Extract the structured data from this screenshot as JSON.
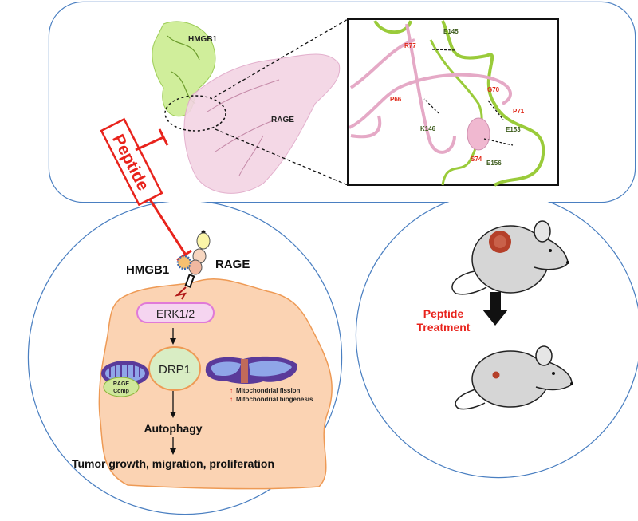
{
  "top_panel": {
    "hmgb1_label": "HMGB1",
    "rage_label": "RAGE",
    "peptide_label": "Peptide",
    "inset_residues": {
      "r77": "R77",
      "e145": "E145",
      "p66": "P66",
      "k146": "K146",
      "g70": "G70",
      "p71": "P71",
      "e153": "E153",
      "s74": "S74",
      "e156": "E156"
    }
  },
  "cell_panel": {
    "hmgb1_label": "HMGB1",
    "rage_label": "RAGE",
    "erk_label": "ERK1/2",
    "drp1_label": "DRP1",
    "rage_comp_line1": "RAGE",
    "rage_comp_line2": "Comp",
    "fission_label": "Mitochondrial fission",
    "biogenesis_label": "Mitochondrial biogenesis",
    "autophagy_label": "Autophagy",
    "outcome_label": "Tumor growth, migration, proliferation"
  },
  "mouse_panel": {
    "treatment_line1": "Peptide",
    "treatment_line2": "Treatment"
  },
  "colors": {
    "outline": "#4a7fc1",
    "inhibit": "#e8231c",
    "cell_fill": "#fbd3b3",
    "cell_stroke": "#ee9a55",
    "hmgb1_green": "#a6d84a",
    "rage_pink": "#e8b8d0",
    "tumor": "#b5402a"
  }
}
